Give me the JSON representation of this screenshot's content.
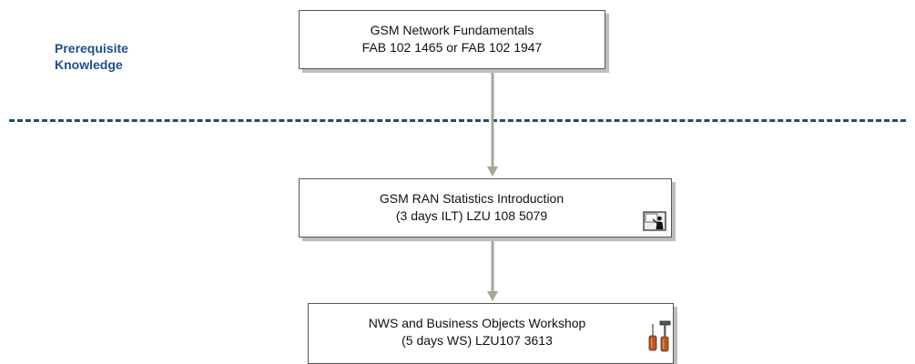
{
  "prerequisite": {
    "line1": "Prerequisite",
    "line2": "Knowledge"
  },
  "courses": [
    {
      "line1": "GSM Network Fundamentals",
      "line2": "FAB 102 1465 or FAB 102 1947"
    },
    {
      "line1": "GSM RAN Statistics Introduction",
      "line2": "(3 days ILT) LZU 108 5079",
      "icon": "instructor-led-training-icon"
    },
    {
      "line1": "NWS and Business Objects Workshop",
      "line2": "(5 days WS) LZU107 3613",
      "icon": "workshop-tools-icon"
    }
  ],
  "colors": {
    "label": "#1f4e8c",
    "divider": "#1f4e6b",
    "connector": "#a8a49a",
    "box_border": "#555555",
    "box_shadow": "#bdbdbd"
  }
}
